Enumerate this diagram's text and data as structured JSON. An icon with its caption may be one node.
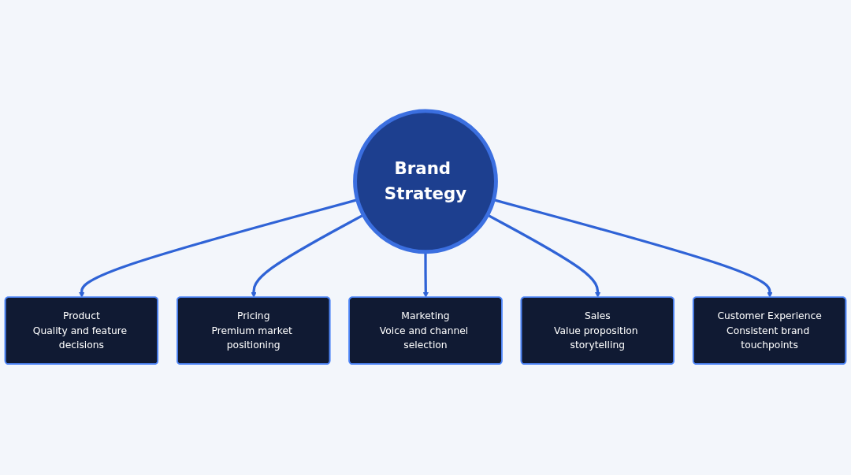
{
  "diagram": {
    "nodes": [
      {
        "text": [
          "Brand Strategy"
        ]
      },
      {
        "text": [
          "Product",
          "Quality and feature decisions"
        ]
      },
      {
        "text": [
          "Pricing",
          "Premium market positioning"
        ]
      },
      {
        "text": [
          "Marketing",
          "Voice and channel selection"
        ]
      },
      {
        "text": [
          "Sales",
          "Value proposition storytelling"
        ]
      },
      {
        "text": [
          "Customer Experience",
          "Consistent brand touchpoints"
        ]
      }
    ],
    "edges": [
      {
        "from": 0,
        "to": 1,
        "arrow": "to"
      },
      {
        "from": 0,
        "to": 2,
        "arrow": "to"
      },
      {
        "from": 0,
        "to": 3,
        "arrow": "to"
      },
      {
        "from": 0,
        "to": 4,
        "arrow": "to"
      },
      {
        "from": 0,
        "to": 5,
        "arrow": "to"
      }
    ]
  }
}
